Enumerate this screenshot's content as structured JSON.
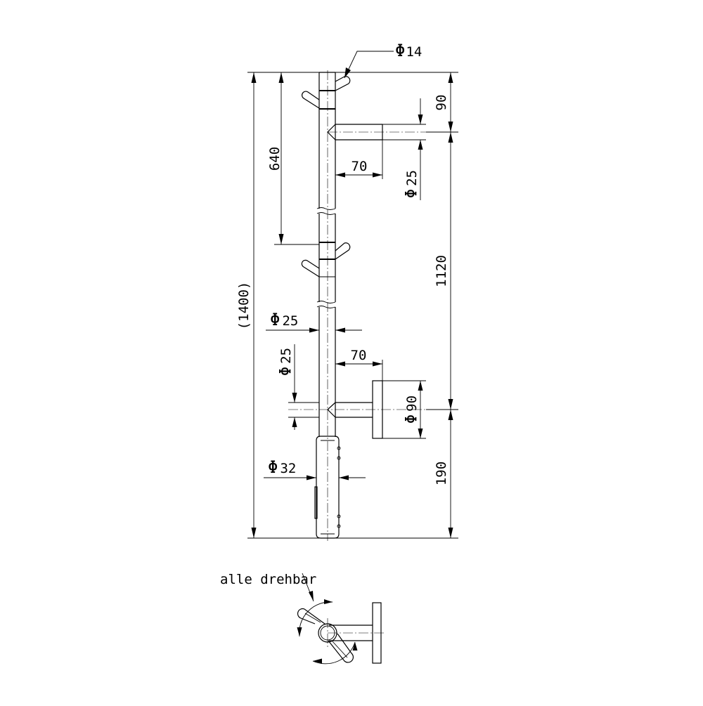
{
  "dimensions": {
    "total_height": "(1400)",
    "upper_spacing": "640",
    "top_offset": "90",
    "middle_spacing": "1120",
    "bottom_offset": "190",
    "arm_length_top": "70",
    "arm_length_bottom": "70",
    "hook_diameter": "14",
    "arm_diameter_top": "25",
    "post_diameter": "25",
    "arm_diameter_bottom": "25",
    "plate_diameter": "90",
    "tube_diameter": "32"
  },
  "symbols": {
    "diameter": "Φ"
  },
  "notes": {
    "rotation_note": "alle drehbar"
  }
}
